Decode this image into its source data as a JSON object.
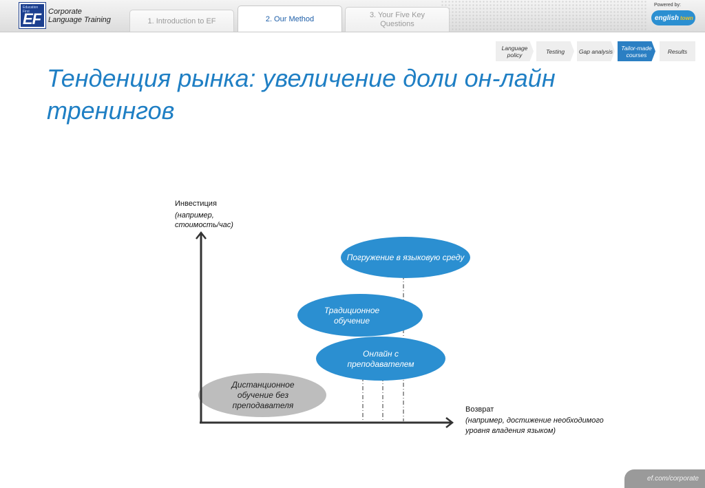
{
  "header": {
    "logo_small": "Education First",
    "logo_mark": "EF",
    "brand_line1": "Corporate",
    "brand_line2": "Language Training",
    "tabs": [
      {
        "label": "1. Introduction to EF"
      },
      {
        "label": "2. Our Method"
      },
      {
        "label": "3. Your Five Key Questions"
      }
    ],
    "active_tab": 1,
    "powered_by": "Powered by:",
    "partner_logo_text": "english",
    "partner_logo_accent": "town"
  },
  "steps": [
    {
      "label": "Language policy"
    },
    {
      "label": "Testing"
    },
    {
      "label": "Gap analysis"
    },
    {
      "label": "Tailor-made courses"
    },
    {
      "label": "Results"
    }
  ],
  "active_step": 3,
  "title": "Тенденция рынка: увеличение доли он-лайн тренингов",
  "diagram": {
    "y_axis_label": "Инвестиция",
    "y_axis_sub": "(например, стоимость/час)",
    "x_axis_label": "Возврат",
    "x_axis_sub": "(например, достижение необходимого уровня владения языком)",
    "nodes": [
      {
        "label": "Погружение в языковую среду",
        "color": "#2b8fd1"
      },
      {
        "label": "Традиционное обучение",
        "color": "#2b8fd1"
      },
      {
        "label": "Онлайн с преподавателем",
        "color": "#2b8fd1"
      },
      {
        "label": "Дистанционное обучение без преподавателя",
        "color": "#bdbdbd"
      }
    ]
  },
  "footer": {
    "text": "ef.com/corporate"
  },
  "colors": {
    "accent": "#1f7fc4",
    "step_active": "#2b7fc3",
    "node_blue": "#2b8fd1",
    "node_grey": "#bdbdbd"
  }
}
